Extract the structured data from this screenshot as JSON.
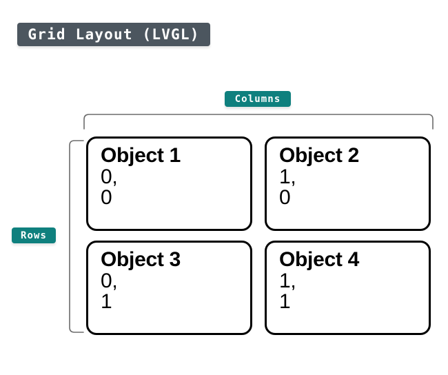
{
  "diagram": {
    "title": "Grid Layout (LVGL)",
    "axis_labels": {
      "columns": "Columns",
      "rows": "Rows"
    },
    "colors": {
      "title_badge_bg": "#4c565f",
      "axis_badge_bg": "#0f807e",
      "badge_text": "#ffffff",
      "card_border": "#000000",
      "card_bg": "#ffffff",
      "bracket_line": "#6b6b6b",
      "canvas_bg": "#ffffff"
    },
    "cells": [
      {
        "name": "Object 1",
        "col": "0,",
        "row": "0"
      },
      {
        "name": "Object 2",
        "col": "1,",
        "row": "0"
      },
      {
        "name": "Object 3",
        "col": "0,",
        "row": "1"
      },
      {
        "name": "Object 4",
        "col": "1,",
        "row": "1"
      }
    ]
  }
}
